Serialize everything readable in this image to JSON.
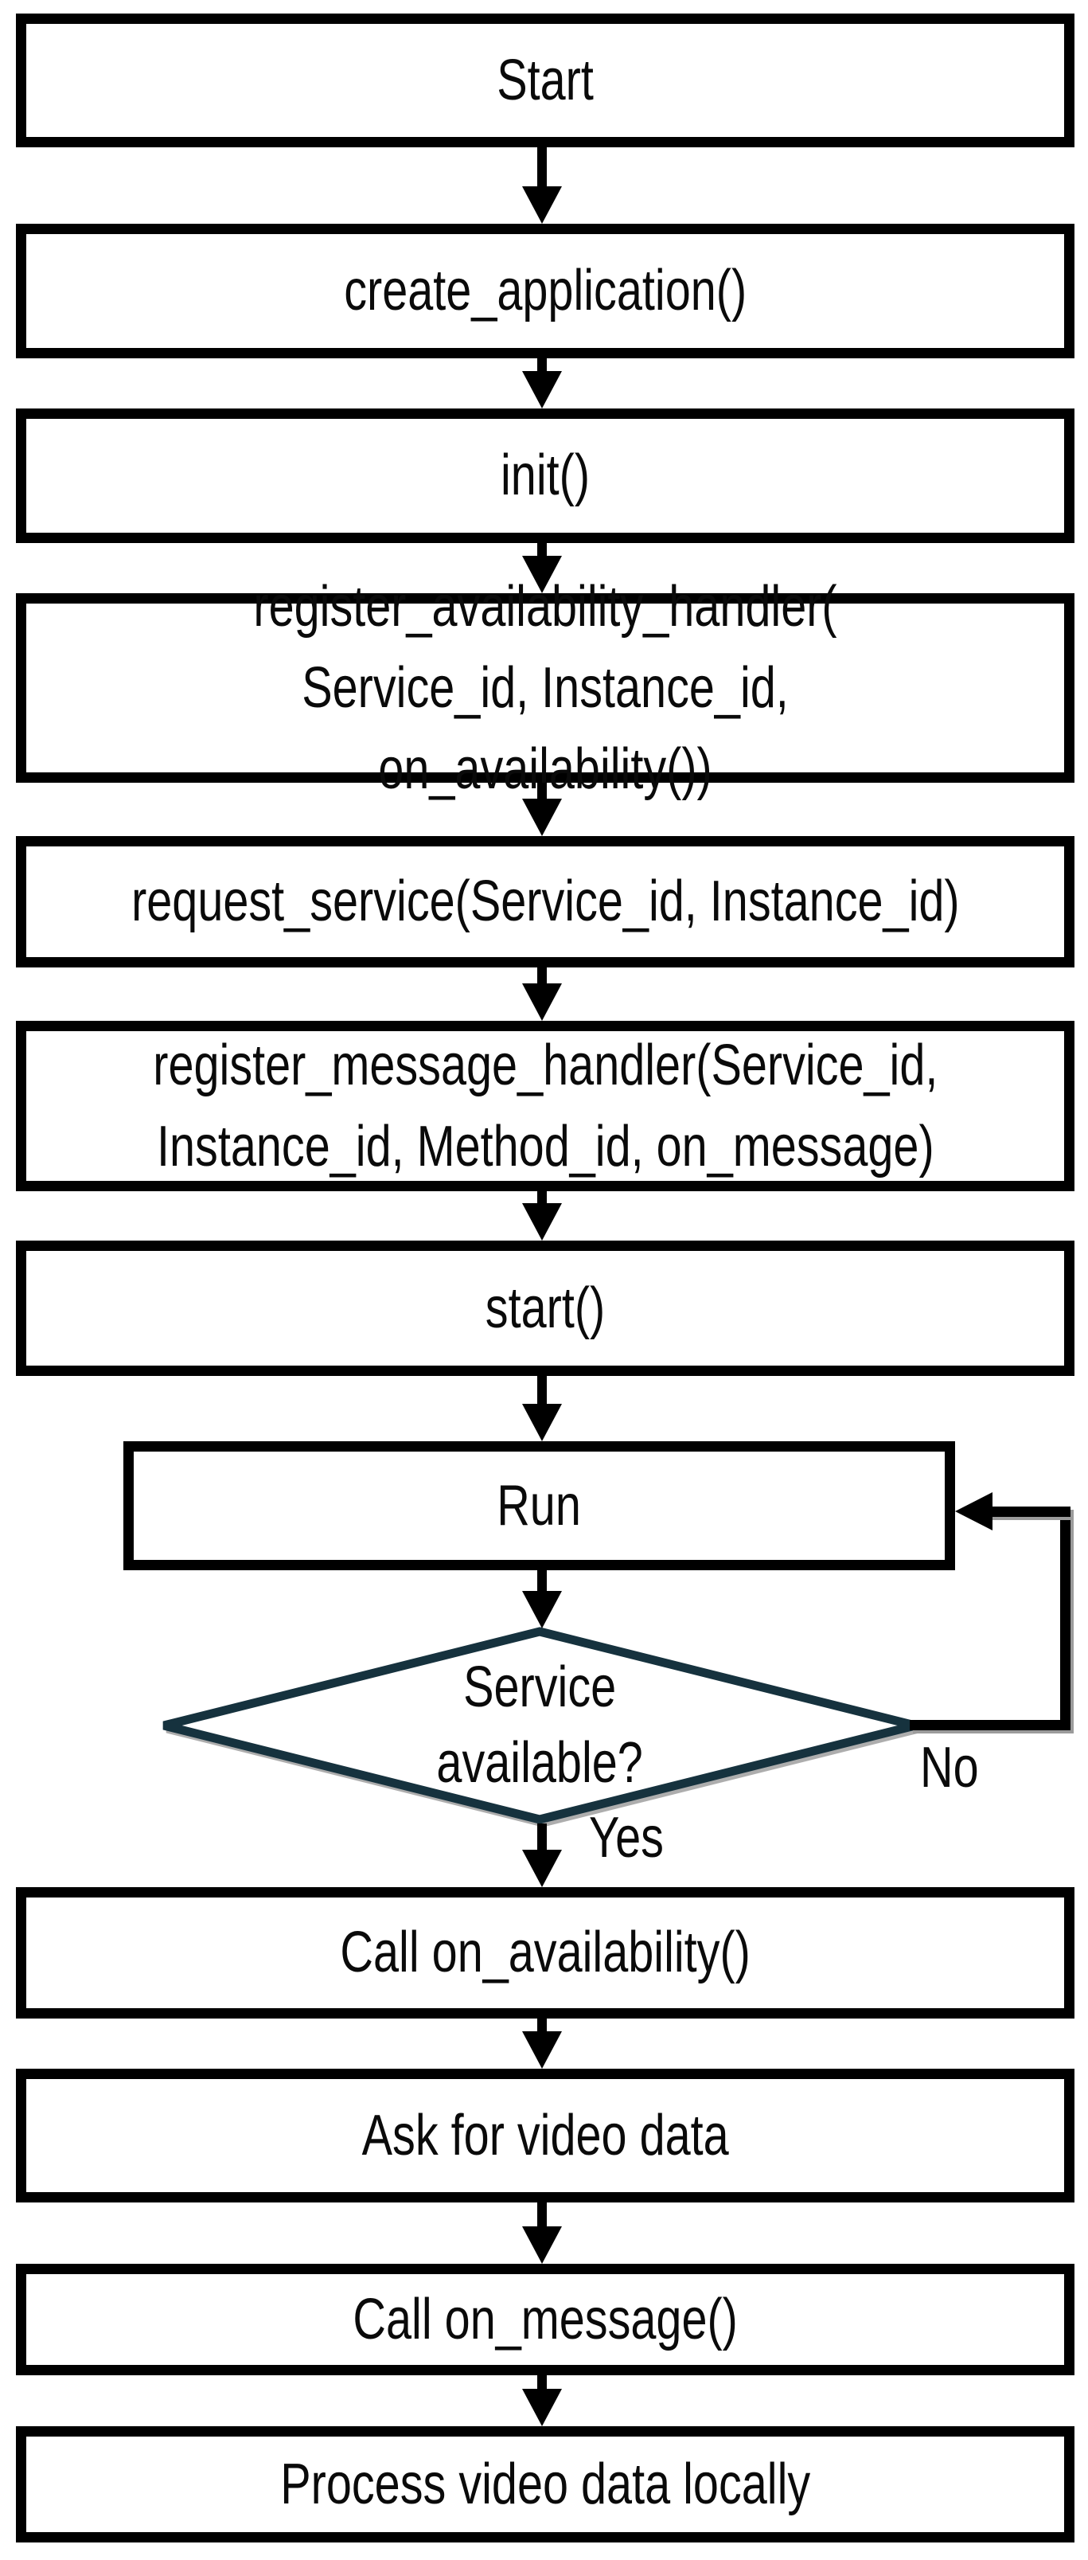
{
  "flowchart": {
    "nodes": [
      {
        "id": "start",
        "type": "process",
        "label": "Start"
      },
      {
        "id": "create-application",
        "type": "process",
        "label": "create_application()"
      },
      {
        "id": "init",
        "type": "process",
        "label": "init()"
      },
      {
        "id": "register-availability-handler",
        "type": "process",
        "label": "register_availability_handler(\nService_id, Instance_id, on_availability())"
      },
      {
        "id": "request-service",
        "type": "process",
        "label": "request_service(Service_id, Instance_id)"
      },
      {
        "id": "register-message-handler",
        "type": "process",
        "label": "register_message_handler(Service_id,\nInstance_id, Method_id, on_message)"
      },
      {
        "id": "start-fn",
        "type": "process",
        "label": "start()"
      },
      {
        "id": "run",
        "type": "process",
        "label": "Run"
      },
      {
        "id": "service-available",
        "type": "decision",
        "label": "Service\navailable?"
      },
      {
        "id": "call-on-availability",
        "type": "process",
        "label": "Call on_availability()"
      },
      {
        "id": "ask-for-video-data",
        "type": "process",
        "label": "Ask for video data"
      },
      {
        "id": "call-on-message",
        "type": "process",
        "label": "Call on_message()"
      },
      {
        "id": "process-video-data-locally",
        "type": "process",
        "label": "Process video data locally"
      }
    ],
    "edge_labels": {
      "yes": "Yes",
      "no": "No"
    },
    "colors": {
      "background": "#ffffff",
      "box_border": "#000000",
      "decision_border": "#16323e",
      "arrow": "#000000",
      "text": "#0a0a0a",
      "loop_shadow": "#9b9b9b"
    }
  }
}
